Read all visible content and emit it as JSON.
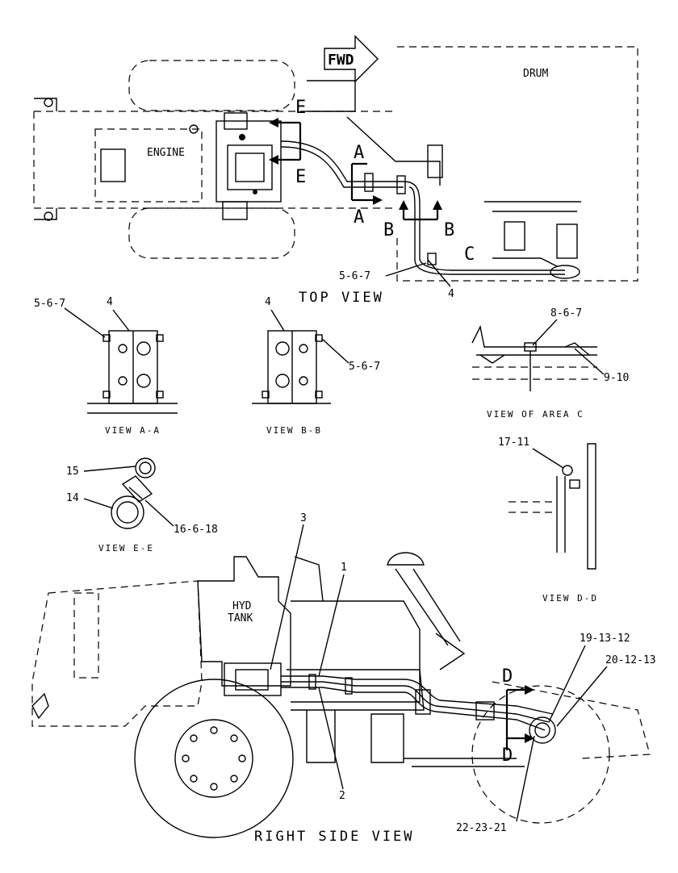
{
  "labels": {
    "fwd": "FWD",
    "drum": "DRUM",
    "engine": "ENGINE",
    "hyd_tank_line1": "HYD",
    "hyd_tank_line2": "TANK",
    "section_a": "A",
    "section_b": "B",
    "section_c": "C",
    "section_d": "D",
    "section_e": "E"
  },
  "view_titles": {
    "top_view": "TOP VIEW",
    "view_aa": "VIEW A-A",
    "view_bb": "VIEW B-B",
    "view_area_c": "VIEW OF AREA C",
    "view_ee": "VIEW E-E",
    "view_dd": "VIEW D-D",
    "right_side_view": "RIGHT SIDE VIEW"
  },
  "callouts": {
    "top_5_6_7": "5-6-7",
    "top_4": "4",
    "aa_5_6_7": "5-6-7",
    "aa_4": "4",
    "bb_4": "4",
    "bb_5_6_7": "5-6-7",
    "c_8_6_7": "8-6-7",
    "c_9_10": "9-10",
    "ee_15": "15",
    "ee_14": "14",
    "ee_16_6_18": "16-6-18",
    "dd_17_11": "17-11",
    "side_3": "3",
    "side_1": "1",
    "side_2": "2",
    "side_19_13_12": "19-13-12",
    "side_20_12_13": "20-12-13",
    "side_22_23_21": "22-23-21"
  }
}
